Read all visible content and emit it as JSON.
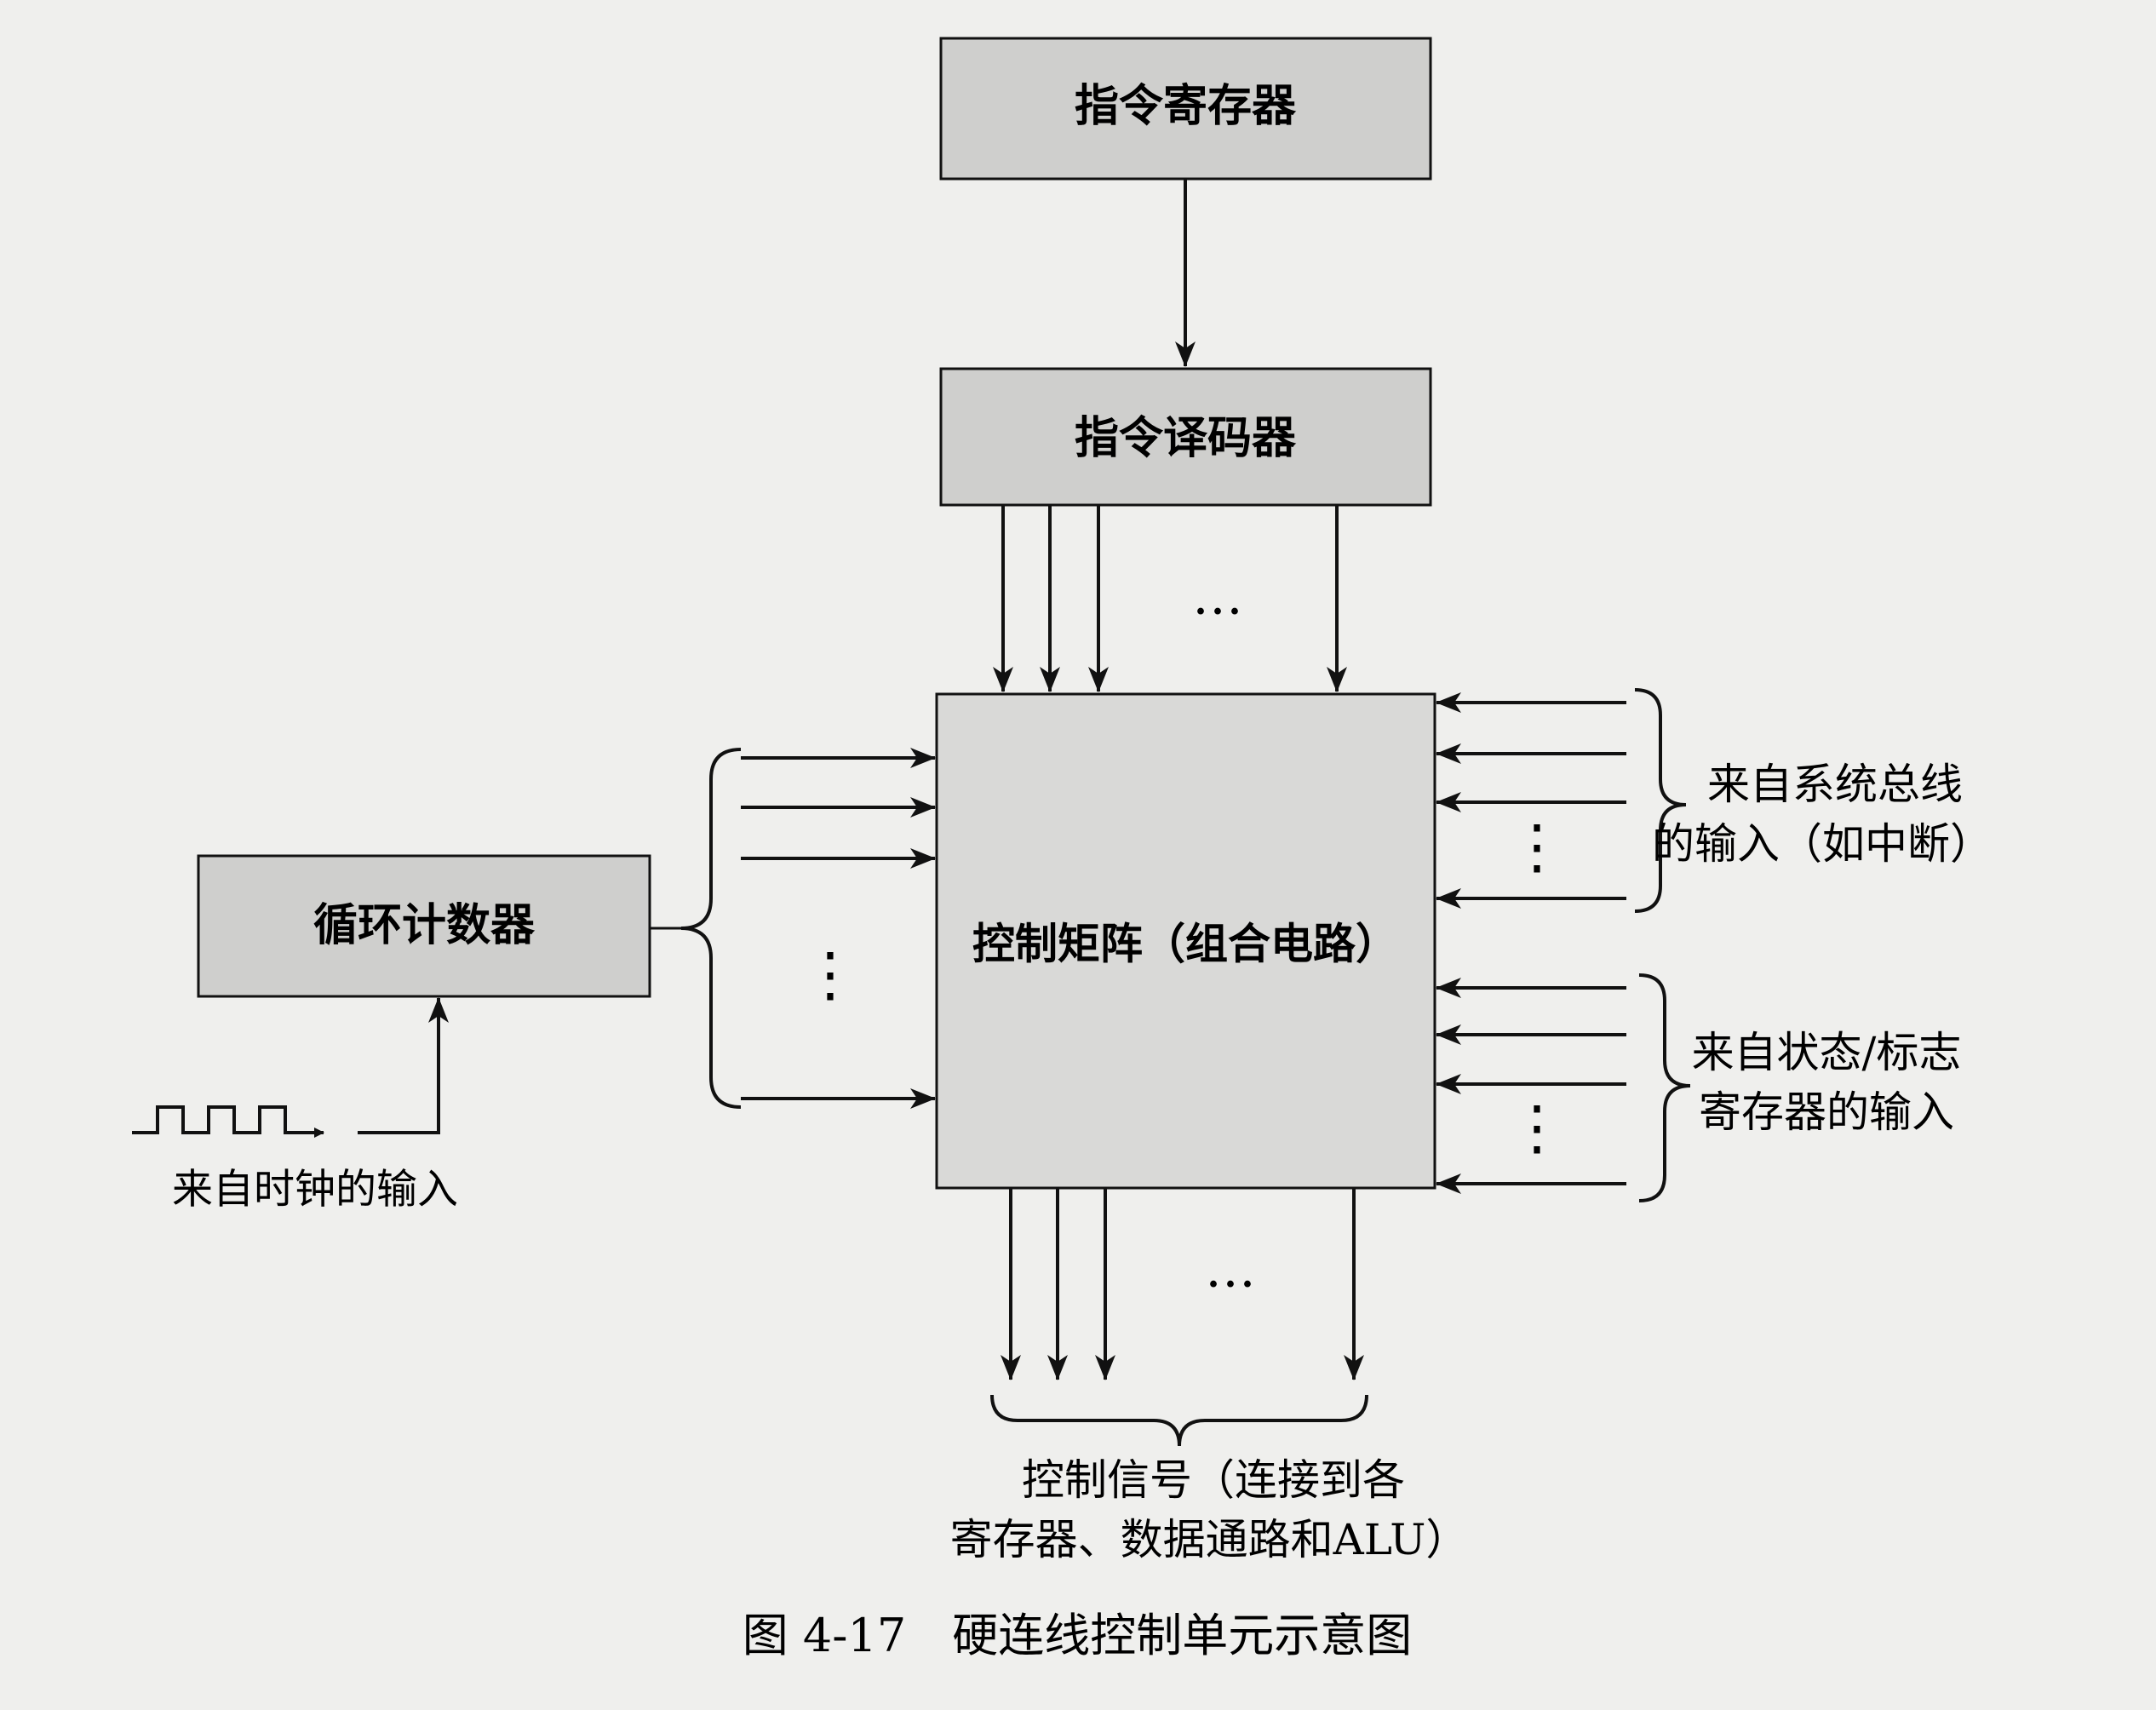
{
  "diagram": {
    "nodes": {
      "instruction_register": "指令寄存器",
      "instruction_decoder": "指令译码器",
      "control_matrix": "控制矩阵（组合电路）",
      "loop_counter": "循环计数器"
    },
    "labels": {
      "clock_input": "来自时钟的输入",
      "system_bus_input_line1": "来自系统总线",
      "system_bus_input_line2": "的输入（如中断）",
      "status_input_line1": "来自状态/标志",
      "status_input_line2": "寄存器的输入",
      "control_signals_line1": "控制信号（连接到各",
      "control_signals_line2": "寄存器、数据通路和ALU）",
      "ellipsis_h": "…",
      "ellipsis_v": "⋮"
    },
    "caption": "图 4-17　硬连线控制单元示意图"
  },
  "colors": {
    "box_fill": "#cfcfcd",
    "control_fill": "#d9d9d7",
    "line": "#111111",
    "background": "#efefed"
  }
}
